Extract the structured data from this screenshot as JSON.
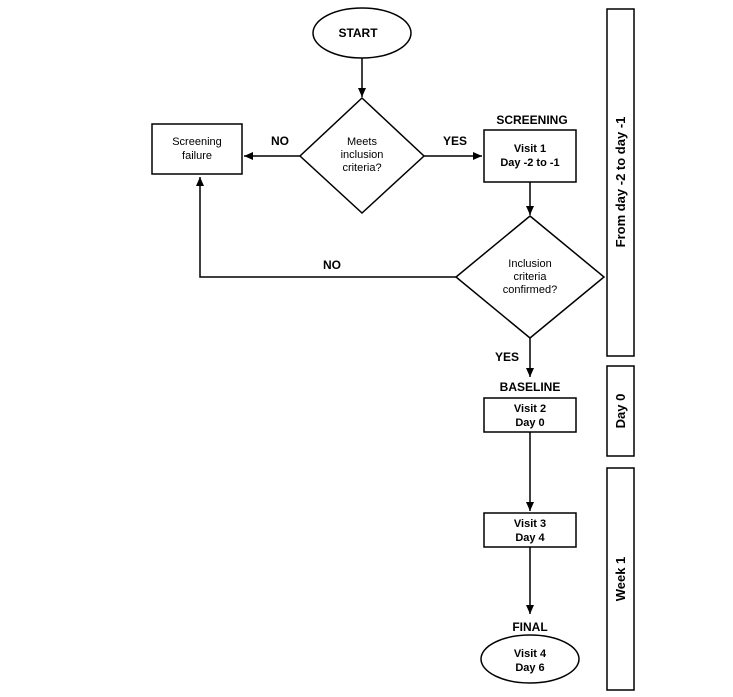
{
  "nodes": {
    "start": "START",
    "decision1": [
      "Meets",
      "inclusion",
      "criteria?"
    ],
    "failure": [
      "Screening",
      "failure"
    ],
    "screening_heading": "SCREENING",
    "visit1": [
      "Visit 1",
      "Day -2 to -1"
    ],
    "decision2": [
      "Inclusion",
      "criteria",
      "confirmed?"
    ],
    "baseline_heading": "BASELINE",
    "visit2": [
      "Visit 2",
      "Day 0"
    ],
    "visit3": [
      "Visit 3",
      "Day 4"
    ],
    "final_heading": "FINAL",
    "visit4": [
      "Visit 4",
      "Day 6"
    ]
  },
  "edges": {
    "no1": "NO",
    "yes1": "YES",
    "no2": "NO",
    "yes2": "YES"
  },
  "phases": {
    "phase1": "From day -2 to day -1",
    "phase2": "Day 0",
    "phase3": "Week 1"
  }
}
